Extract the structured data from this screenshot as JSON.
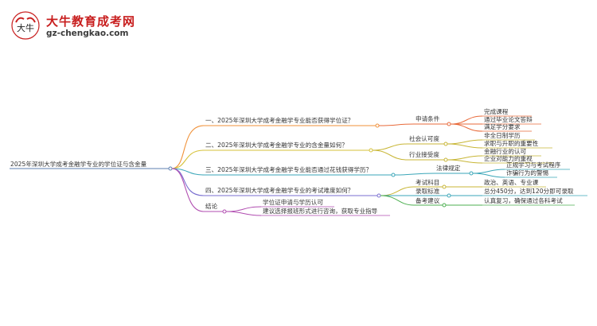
{
  "header": {
    "brand_title": "大牛教育成考网",
    "brand_url": "gz-chengkao.com",
    "logo_mark": "大牛"
  },
  "mindmap": {
    "root": "2025年深圳大学成考金融学专业的学位证与含金量",
    "branches": [
      {
        "label": "一、2025年深圳大学成考金融学专业能否获得学位证？",
        "color": "#f0923a",
        "children": [
          {
            "label": "申请条件",
            "items": [
              "完成课程",
              "通过毕业论文答辩",
              "满足学分要求"
            ]
          }
        ]
      },
      {
        "label": "二、2025年深圳大学成考金融学专业的含金量如何？",
        "color": "#d6c23a",
        "children": [
          {
            "label": "社会认可度",
            "items": [
              "非全日制学历",
              "求职与升职的重要性"
            ]
          },
          {
            "label": "行业接受度",
            "items": [
              "金融行业的认可",
              "企业对能力的重视"
            ]
          }
        ]
      },
      {
        "label": "三、2025年深圳大学成考金融学专业能否通过花钱获得学历？",
        "color": "#3aa6b8",
        "children": [
          {
            "label": "法律规定",
            "items": [
              "正规学习与考试程序",
              "诈骗行为的警惕"
            ]
          }
        ]
      },
      {
        "label": "四、2025年深圳大学成考金融学专业的考试难度如何？",
        "color": "#7a6fd0",
        "children": [
          {
            "label": "考试科目",
            "items": [
              "政治、英语、专业课"
            ]
          },
          {
            "label": "录取标准",
            "items": [
              "总分450分，达到120分即可录取"
            ]
          },
          {
            "label": "备考建议",
            "items": [
              "认真复习，确保通过各科考试"
            ]
          }
        ]
      },
      {
        "label": "结论",
        "color": "#b04cb0",
        "items": [
          "学位证申请与学历认可",
          "建议选择报班形式进行咨询，获取专业指导"
        ]
      }
    ]
  },
  "colors": {
    "branch1": "#f0923a",
    "branch2": "#d6c23a",
    "branch3": "#3aa6b8",
    "branch4": "#7a6fd0",
    "branch5": "#b04cb0",
    "leaf1": "#e86a3a",
    "leaf4a": "#c8b636",
    "leaf4b": "#3aa6b8",
    "leaf4c": "#4caf50",
    "root_line": "#5c7fb0"
  }
}
